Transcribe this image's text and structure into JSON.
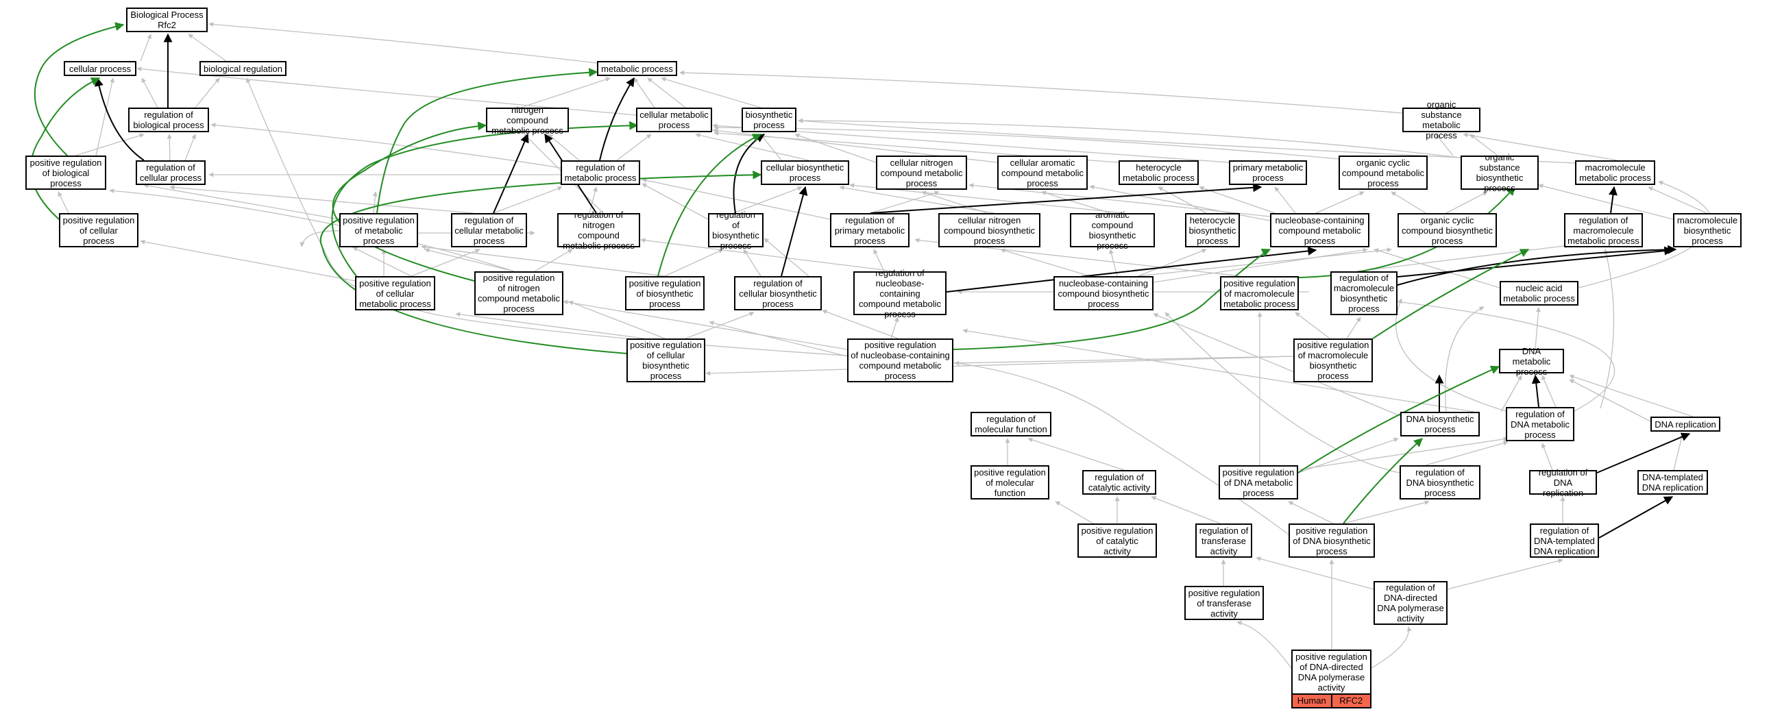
{
  "colors": {
    "is_a_edge": "#c0c0c0",
    "regulates_edge": "#000000",
    "positively_regulates_edge": "#228b22",
    "gene_badge": "#f4664c"
  },
  "nodes": [
    {
      "id": "bp",
      "label": "Biological Process\nRfc2"
    },
    {
      "id": "cp",
      "label": "cellular process"
    },
    {
      "id": "br",
      "label": "biological regulation"
    },
    {
      "id": "mp",
      "label": "metabolic process"
    },
    {
      "id": "rbp",
      "label": "regulation of\nbiological process"
    },
    {
      "id": "ncmp",
      "label": "nitrogen compound\nmetabolic process"
    },
    {
      "id": "cmp",
      "label": "cellular metabolic\nprocess"
    },
    {
      "id": "bsp",
      "label": "biosynthetic\nprocess"
    },
    {
      "id": "osmp",
      "label": "organic substance\nmetabolic process"
    },
    {
      "id": "prbp",
      "label": "positive regulation\nof biological\nprocess"
    },
    {
      "id": "rcp",
      "label": "regulation of\ncellular process"
    },
    {
      "id": "rmp",
      "label": "regulation of\nmetabolic process"
    },
    {
      "id": "cbp",
      "label": "cellular biosynthetic\nprocess"
    },
    {
      "id": "cncmp",
      "label": "cellular nitrogen\ncompound metabolic\nprocess"
    },
    {
      "id": "cacmp",
      "label": "cellular aromatic\ncompound metabolic\nprocess"
    },
    {
      "id": "hmp",
      "label": "heterocycle\nmetabolic process"
    },
    {
      "id": "pmp",
      "label": "primary metabolic\nprocess"
    },
    {
      "id": "occmp",
      "label": "organic cyclic\ncompound metabolic\nprocess"
    },
    {
      "id": "osbp",
      "label": "organic substance\nbiosynthetic\nprocess"
    },
    {
      "id": "macmp",
      "label": "macromolecule\nmetabolic process"
    },
    {
      "id": "prcp",
      "label": "positive regulation\nof cellular\nprocess"
    },
    {
      "id": "prmp",
      "label": "positive regulation\nof metabolic\nprocess"
    },
    {
      "id": "rcmp",
      "label": "regulation of\ncellular metabolic\nprocess"
    },
    {
      "id": "rncmp",
      "label": "regulation of\nnitrogen compound\nmetabolic process"
    },
    {
      "id": "rbsp",
      "label": "regulation of\nbiosynthetic\nprocess"
    },
    {
      "id": "rpmp",
      "label": "regulation of\nprimary metabolic\nprocess"
    },
    {
      "id": "cncbp",
      "label": "cellular nitrogen\ncompound biosynthetic\nprocess"
    },
    {
      "id": "acbp",
      "label": "aromatic compound\nbiosynthetic\nprocess"
    },
    {
      "id": "hbp",
      "label": "heterocycle\nbiosynthetic\nprocess"
    },
    {
      "id": "nbcmp",
      "label": "nucleobase-containing\ncompound metabolic\nprocess"
    },
    {
      "id": "occbp",
      "label": "organic cyclic\ncompound biosynthetic\nprocess"
    },
    {
      "id": "rmacmp",
      "label": "regulation of\nmacromolecule\nmetabolic process"
    },
    {
      "id": "macbp",
      "label": "macromolecule\nbiosynthetic\nprocess"
    },
    {
      "id": "prcmp",
      "label": "positive regulation\nof cellular\nmetabolic process"
    },
    {
      "id": "prncmp",
      "label": "positive regulation\nof nitrogen\ncompound metabolic\nprocess"
    },
    {
      "id": "prbsp",
      "label": "positive regulation\nof biosynthetic\nprocess"
    },
    {
      "id": "rcbp",
      "label": "regulation of\ncellular biosynthetic\nprocess"
    },
    {
      "id": "rnbcmp",
      "label": "regulation of\nnucleobase-containing\ncompound metabolic\nprocess"
    },
    {
      "id": "nbcbp",
      "label": "nucleobase-containing\ncompound biosynthetic\nprocess"
    },
    {
      "id": "prmacmp",
      "label": "positive regulation\nof macromolecule\nmetabolic process"
    },
    {
      "id": "rmacbp",
      "label": "regulation of\nmacromolecule\nbiosynthetic\nprocess"
    },
    {
      "id": "namp",
      "label": "nucleic acid\nmetabolic process"
    },
    {
      "id": "prcbp",
      "label": "positive regulation\nof cellular\nbiosynthetic\nprocess"
    },
    {
      "id": "prnbcmp",
      "label": "positive regulation\nof nucleobase-containing\ncompound metabolic\nprocess"
    },
    {
      "id": "prmacbp",
      "label": "positive regulation\nof macromolecule\nbiosynthetic\nprocess"
    },
    {
      "id": "dnamp",
      "label": "DNA metabolic\nprocess"
    },
    {
      "id": "rmf",
      "label": "regulation of\nmolecular function"
    },
    {
      "id": "dnabp",
      "label": "DNA biosynthetic\nprocess"
    },
    {
      "id": "rdnamp",
      "label": "regulation of\nDNA metabolic\nprocess"
    },
    {
      "id": "dnar",
      "label": "DNA replication"
    },
    {
      "id": "prmf",
      "label": "positive regulation\nof molecular\nfunction"
    },
    {
      "id": "rca",
      "label": "regulation of\ncatalytic activity"
    },
    {
      "id": "prdnamp",
      "label": "positive regulation\nof DNA metabolic\nprocess"
    },
    {
      "id": "rdnabp",
      "label": "regulation of\nDNA biosynthetic\nprocess"
    },
    {
      "id": "rdnar",
      "label": "regulation of\nDNA replication"
    },
    {
      "id": "dtdr",
      "label": "DNA-templated\nDNA replication"
    },
    {
      "id": "prca",
      "label": "positive regulation\nof catalytic\nactivity"
    },
    {
      "id": "rta",
      "label": "regulation of\ntransferase\nactivity"
    },
    {
      "id": "prdnabp",
      "label": "positive regulation\nof DNA biosynthetic\nprocess"
    },
    {
      "id": "rdtdr",
      "label": "regulation of\nDNA-templated\nDNA replication"
    },
    {
      "id": "prta",
      "label": "positive regulation\nof transferase\nactivity"
    },
    {
      "id": "rddpa",
      "label": "regulation of\nDNA-directed\nDNA polymerase\nactivity"
    },
    {
      "id": "prddpa",
      "label": "positive regulation\nof DNA-directed\nDNA polymerase\nactivity"
    }
  ],
  "gene_badges": [
    "Human",
    "RFC2"
  ]
}
